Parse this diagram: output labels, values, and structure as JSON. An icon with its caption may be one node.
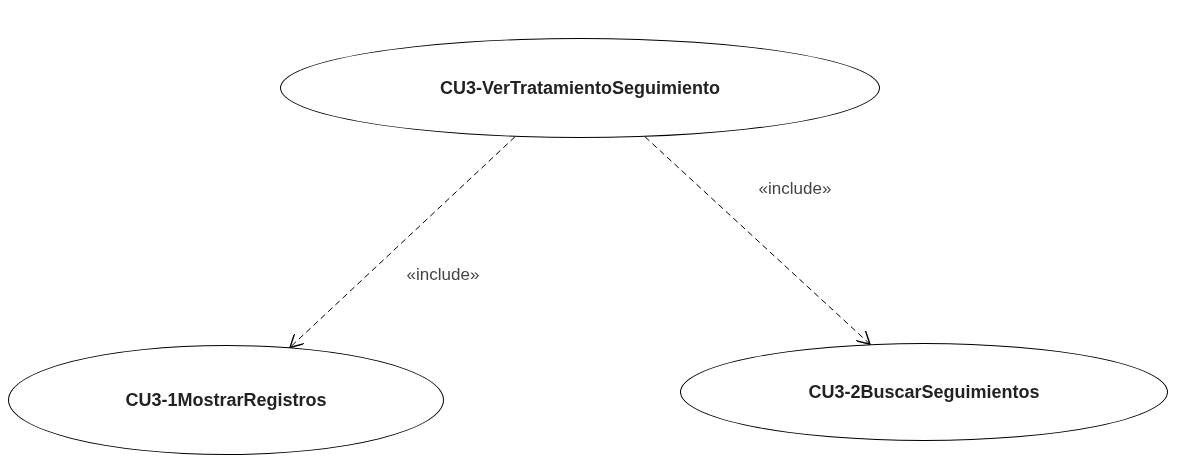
{
  "diagram": {
    "nodes": [
      {
        "text": [
          "CU3-VerTratamientoSeguimiento"
        ]
      },
      {
        "text": [
          "CU3-1MostrarRegistros"
        ]
      },
      {
        "text": [
          "CU3-2BuscarSeguimientos"
        ]
      }
    ],
    "edges": [
      {
        "from": 0,
        "to": 1,
        "arrow": "to",
        "label": "«include»",
        "style": "dashed"
      },
      {
        "from": 0,
        "to": 2,
        "arrow": "to",
        "label": "«include»",
        "style": "dashed"
      }
    ]
  }
}
